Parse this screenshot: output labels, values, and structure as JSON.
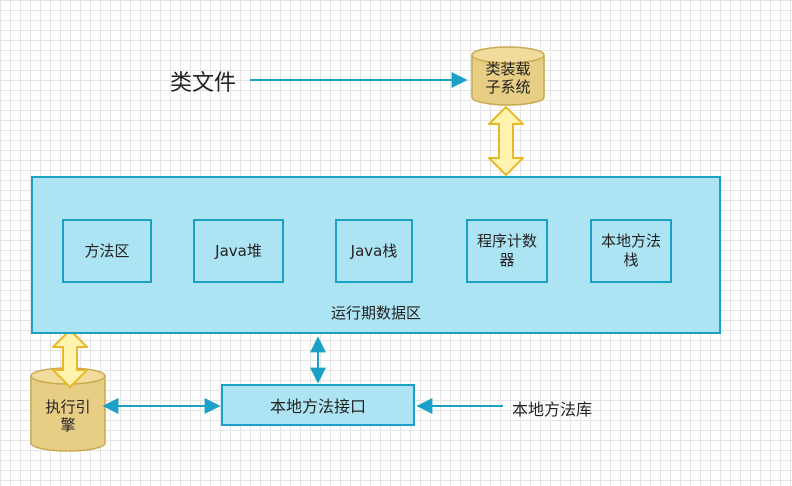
{
  "class_file": "类文件",
  "class_loader": {
    "line1": "类装载",
    "line2": "子系统"
  },
  "runtime_area": {
    "label": "运行期数据区",
    "boxes": [
      {
        "line1": "方法区",
        "line2": ""
      },
      {
        "line1": "Java堆",
        "line2": ""
      },
      {
        "line1": "Java栈",
        "line2": ""
      },
      {
        "line1": "程序计数",
        "line2": "器"
      },
      {
        "line1": "本地方法",
        "line2": "栈"
      }
    ]
  },
  "execution_engine": {
    "line1": "执行引",
    "line2": "擎"
  },
  "native_interface": "本地方法接口",
  "native_library": "本地方法库",
  "colors": {
    "box_fill": "#ade4f3",
    "box_border": "#1ba1c6",
    "cylinder_fill": "#e8cd85",
    "cylinder_border": "#c9a94f",
    "arrow_blue": "#1ba1c6",
    "arrow_yellow_fill": "#fff3b0",
    "arrow_yellow_border": "#e8b828"
  }
}
